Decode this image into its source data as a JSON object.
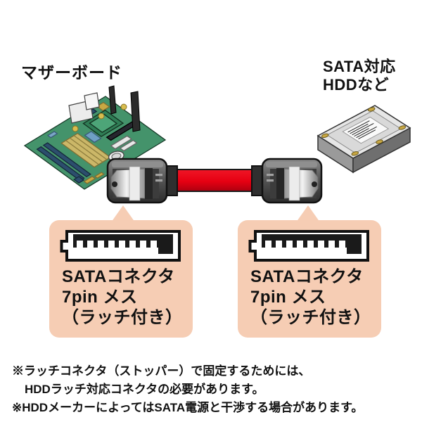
{
  "colors": {
    "callout_bg": "#f6cdb4",
    "cable_red": "#e60012",
    "pcb_green": "#44936b",
    "connector_gray": "#4a4a4a",
    "hdd_gray": "#e6e6e6"
  },
  "labels": {
    "motherboard": "マザーボード",
    "hdd_device_line1": "SATA対応",
    "hdd_device_line2": "HDDなど"
  },
  "callouts": {
    "left": {
      "icon": "sata-7pin-connector-icon",
      "line1": "SATAコネクタ",
      "line2": "7pin メス",
      "line3": "（ラッチ付き）"
    },
    "right": {
      "icon": "sata-7pin-connector-icon",
      "line1": "SATAコネクタ",
      "line2": "7pin メス",
      "line3": "（ラッチ付き）"
    }
  },
  "footnotes": [
    "※ラッチコネクタ（ストッパー）で固定するためには、",
    "HDDラッチ対応コネクタの必要があります。",
    "※HDDメーカーによってはSATA電源と干渉する場合があります。"
  ]
}
